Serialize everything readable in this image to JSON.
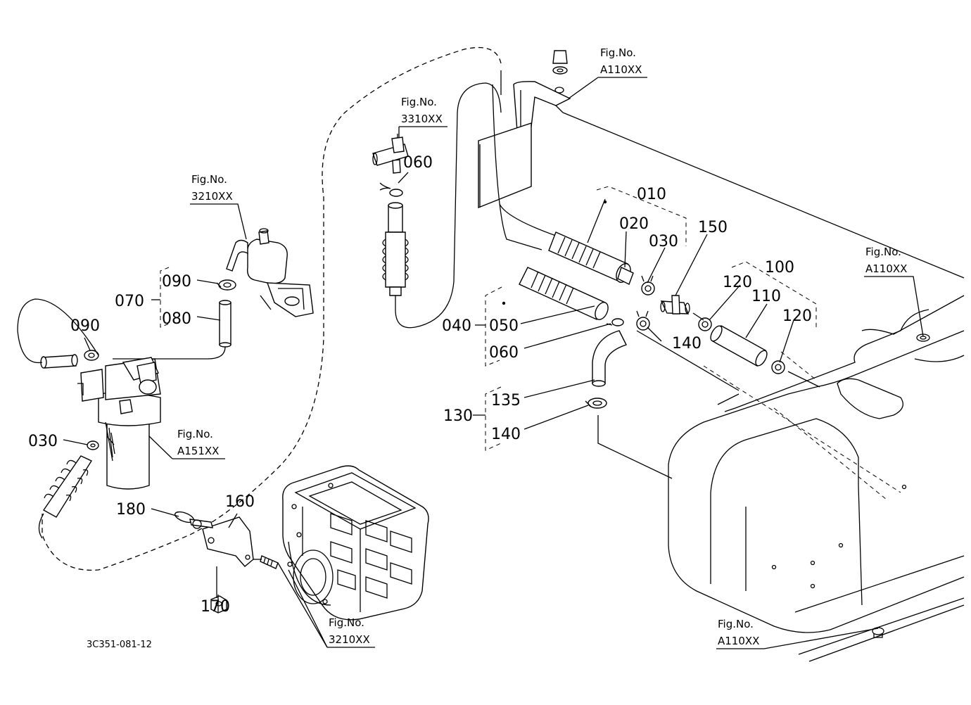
{
  "labels": {
    "l010": "010",
    "l020": "020",
    "l030a": "030",
    "l150": "150",
    "l100": "100",
    "l120a": "120",
    "l110": "110",
    "l120b": "120",
    "l040": "040",
    "l050": "050",
    "l060a": "060",
    "l140a": "140",
    "l130": "130",
    "l135": "135",
    "l140b": "140",
    "l060b": "060",
    "l070": "070",
    "l080": "080",
    "l090a": "090",
    "l090b": "090",
    "l030b": "030",
    "l180": "180",
    "l160": "160",
    "l170": "170"
  },
  "references": {
    "r1_line1": "Fig.No.",
    "r1_line2": "A110XX",
    "r2_line1": "Fig.No.",
    "r2_line2": "3310XX",
    "r3_line1": "Fig.No.",
    "r3_line2": "3210XX",
    "r4_line1": "Fig.No.",
    "r4_line2": "A110XX",
    "r5_line1": "Fig.No.",
    "r5_line2": "A151XX",
    "r6_line1": "Fig.No.",
    "r6_line2": "3210XX",
    "r7_line1": "Fig.No.",
    "r7_line2": "A110XX"
  },
  "drawing_code": "3C351-081-12"
}
